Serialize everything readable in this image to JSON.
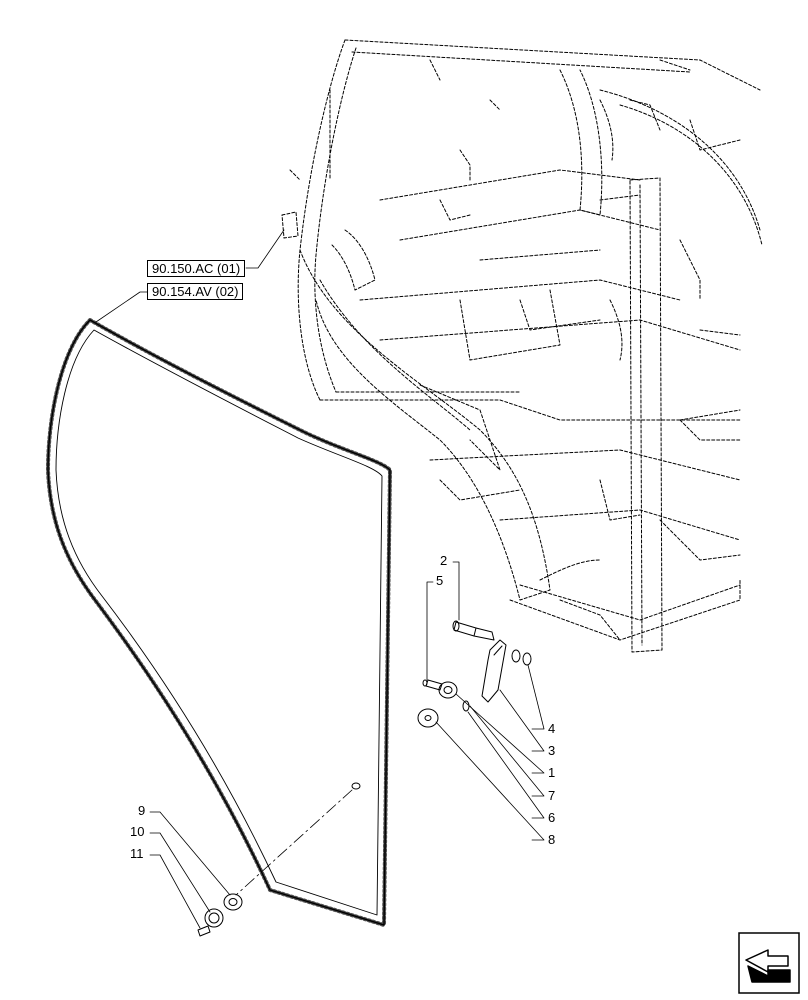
{
  "references": {
    "ref1": "90.150.AC (01)",
    "ref2": "90.154.AV (02)"
  },
  "callouts": {
    "n1": "1",
    "n2": "2",
    "n3": "3",
    "n4": "4",
    "n5": "5",
    "n6": "6",
    "n7": "7",
    "n8": "8",
    "n9": "9",
    "n10": "10",
    "n11": "11"
  },
  "icons": {
    "nav": "next-page-arrow-icon"
  },
  "colors": {
    "line": "#000000",
    "background": "#ffffff"
  }
}
